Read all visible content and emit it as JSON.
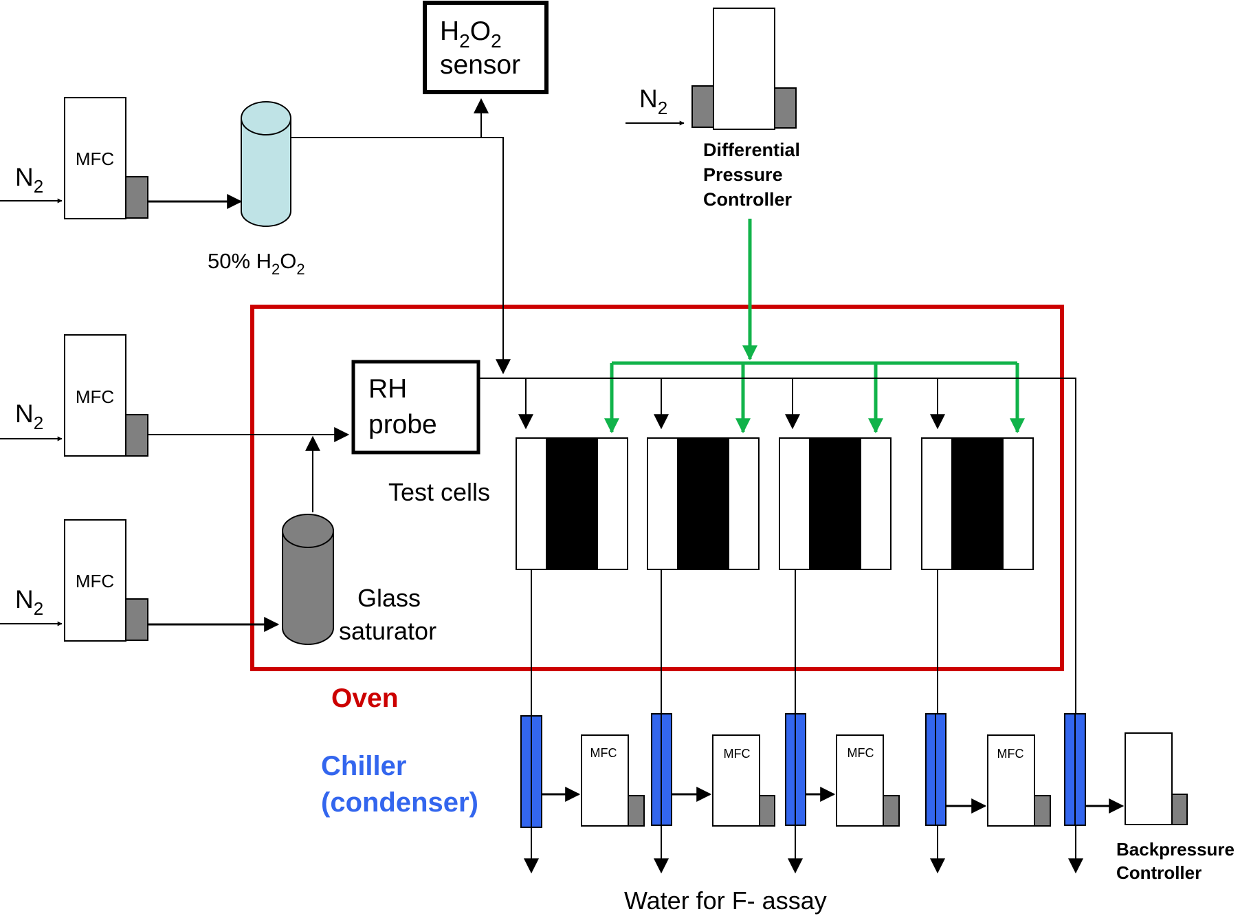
{
  "labels": {
    "n2": "N",
    "n2_sub": "2",
    "mfc": "MFC",
    "h2o2_reservoir_prefix": "50% H",
    "h2o2_sub1": "2",
    "h2o2_mid": "O",
    "h2o2_sub2": "2",
    "sensor_line1_h": "H",
    "sensor_line1_sub1": "2",
    "sensor_line1_o": "O",
    "sensor_line1_sub2": "2",
    "sensor_line2": "sensor",
    "dpc_line1": "Differential",
    "dpc_line2": "Pressure",
    "dpc_line3": "Controller",
    "rh_line1": "RH",
    "rh_line2": "probe",
    "test_cells": "Test cells",
    "glass_line1": "Glass",
    "glass_line2": "saturator",
    "oven": "Oven",
    "chiller_line1": "Chiller",
    "chiller_line2": "(condenser)",
    "bpc_line1": "Backpressure",
    "bpc_line2": "Controller",
    "water": "Water for F- assay"
  },
  "colors": {
    "oven": "#cc0000",
    "chiller": "#3366ee",
    "green_line": "#11b34a",
    "reservoir": "#bfe3e6",
    "saturator": "#808080",
    "valve": "#808080"
  }
}
